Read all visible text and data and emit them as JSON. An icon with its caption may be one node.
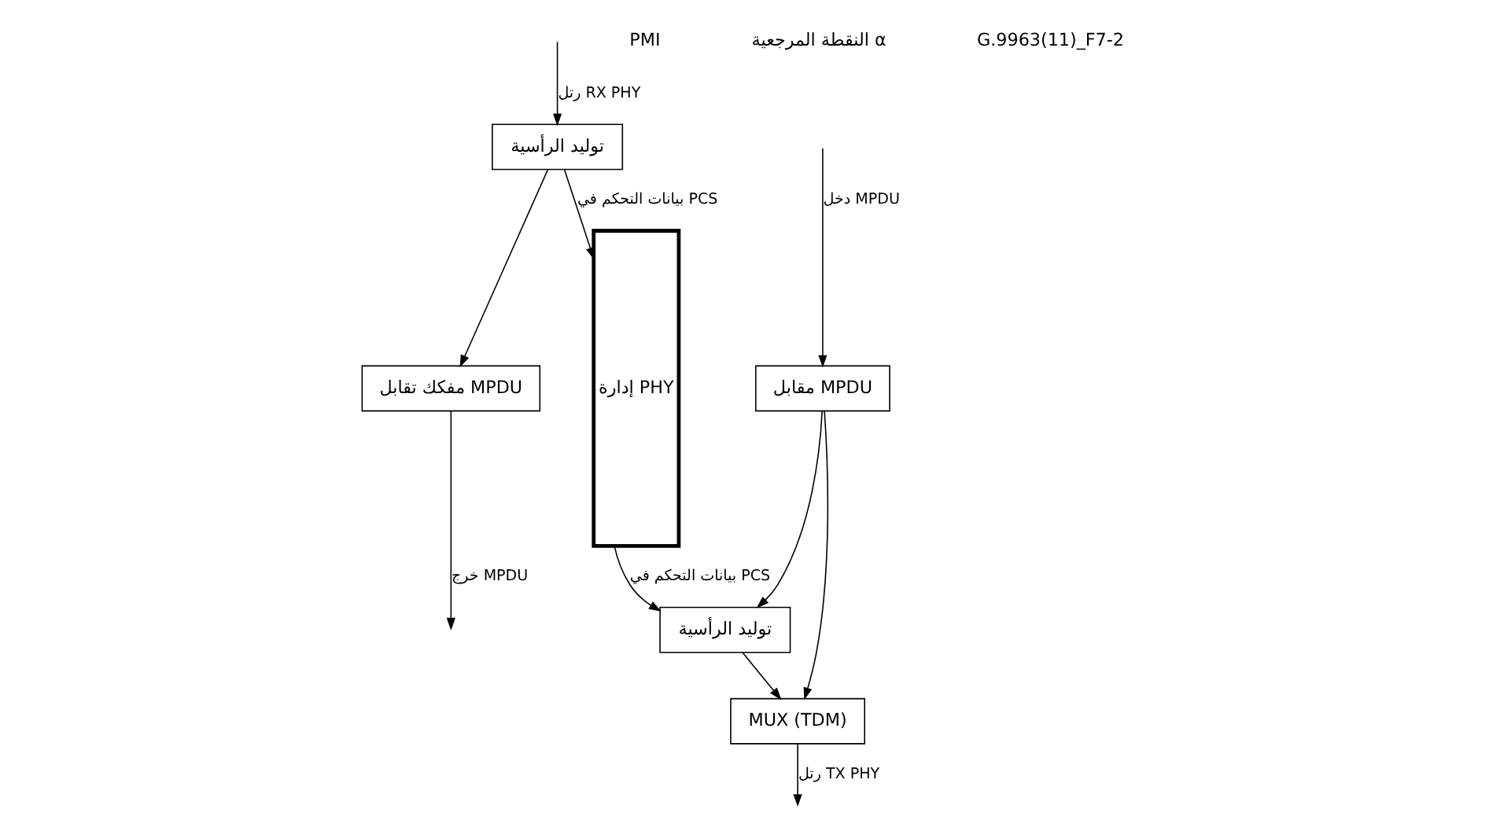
{
  "diagram": {
    "nodes": [
      {
        "text": [
          "مقابل MPDU"
        ]
      },
      {
        "text": [
          "مفكك تقابل MPDU"
        ]
      },
      {
        "text": [
          "توليد الرأسية"
        ]
      },
      {
        "text": [
          "MUX (TDM)"
        ]
      },
      {
        "text": [
          "توليد الرأسية"
        ]
      },
      {
        "text": [
          "إدارة PHY"
        ]
      }
    ],
    "edges": [
      {
        "from": null,
        "to": 0,
        "arrow": "to",
        "label": "دخل MPDU"
      },
      {
        "from": 1,
        "to": null,
        "arrow": "to",
        "label": "خرج MPDU"
      },
      {
        "from": 0,
        "to": 2,
        "arrow": "to"
      },
      {
        "from": 0,
        "to": 3,
        "arrow": "to"
      },
      {
        "from": 2,
        "to": 3,
        "arrow": "to"
      },
      {
        "from": 5,
        "to": 2,
        "arrow": "to",
        "label": "بيانات التحكم في PCS"
      },
      {
        "from": 4,
        "to": 5,
        "arrow": "to",
        "label": "بيانات التحكم في PCS"
      },
      {
        "from": 4,
        "to": 1,
        "arrow": "to"
      },
      {
        "from": 3,
        "to": null,
        "arrow": "to",
        "label": "رتل TX PHY"
      },
      {
        "from": null,
        "to": 4,
        "arrow": "to",
        "label": "رتل RX PHY"
      }
    ],
    "labels": [
      "PMI",
      "النقطة المرجعية α",
      "G.9963(11)_F7-2"
    ]
  }
}
